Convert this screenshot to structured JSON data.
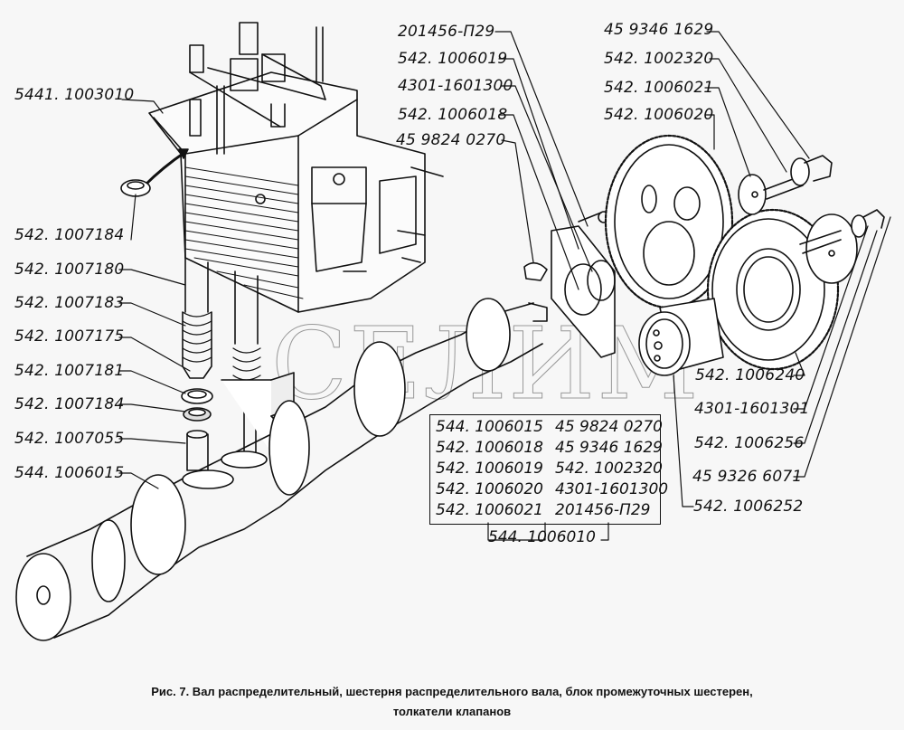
{
  "watermark": "СЕЛИМ",
  "callouts_left": [
    {
      "id": "l1",
      "text": "5441. 1003010"
    },
    {
      "id": "l2",
      "text": "542. 1007184"
    },
    {
      "id": "l3",
      "text": "542. 1007180"
    },
    {
      "id": "l4",
      "text": "542. 1007183"
    },
    {
      "id": "l5",
      "text": "542. 1007175"
    },
    {
      "id": "l6",
      "text": "542. 1007181"
    },
    {
      "id": "l7",
      "text": "542. 1007184"
    },
    {
      "id": "l8",
      "text": "542. 1007055"
    },
    {
      "id": "l9",
      "text": "544. 1006015"
    }
  ],
  "callouts_top_center": [
    {
      "id": "c1",
      "text": "201456-П29"
    },
    {
      "id": "c2",
      "text": "542. 1006019"
    },
    {
      "id": "c3",
      "text": "4301-1601300"
    },
    {
      "id": "c4",
      "text": "542. 1006018"
    },
    {
      "id": "c5",
      "text": "45 9824 0270"
    }
  ],
  "callouts_top_right": [
    {
      "id": "r1",
      "text": "45 9346 1629"
    },
    {
      "id": "r2",
      "text": "542. 1002320"
    },
    {
      "id": "r3",
      "text": "542. 1006021"
    },
    {
      "id": "r4",
      "text": "542. 1006020"
    }
  ],
  "callouts_bottom_right": [
    {
      "id": "b1",
      "text": "542. 1006240"
    },
    {
      "id": "b2",
      "text": "4301-1601301"
    },
    {
      "id": "b3",
      "text": "542. 1006256"
    },
    {
      "id": "b4",
      "text": "45 9326 6071"
    },
    {
      "id": "b5",
      "text": "542. 1006252"
    }
  ],
  "bom_table": {
    "rows": [
      [
        "544. 1006015",
        "45 9824 0270"
      ],
      [
        "542. 1006018",
        "45 9346 1629"
      ],
      [
        "542. 1006019",
        "542. 1002320"
      ],
      [
        "542. 1006020",
        "4301-1601300"
      ],
      [
        "542. 1006021",
        "201456-П29"
      ]
    ],
    "assembly": "544. 1006010"
  },
  "caption": {
    "line1": "Рис. 7. Вал распределительный, шестерня распределительного вала, блок промежуточных шестерен,",
    "line2": "толкатели клапанов"
  }
}
